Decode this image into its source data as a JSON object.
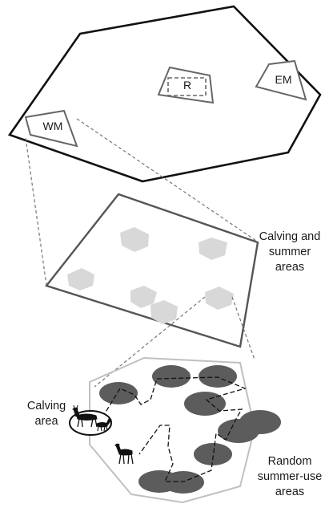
{
  "labels": {
    "wm": "WM",
    "r": "R",
    "em": "EM",
    "calving_summer": [
      "Calving and",
      "summer",
      "areas"
    ],
    "calving_area": [
      "Calving",
      "area"
    ],
    "random_summer": [
      "Random",
      "summer-use",
      "areas"
    ]
  },
  "colors": {
    "outline_dark": "#111111",
    "outline_mid": "#555555",
    "outline_light": "#c0c0c0",
    "connector_dash": "#777777",
    "patch_fill": "#d8d8d8",
    "ellipse_fill": "#5c5c5c",
    "path_dash": "#111111",
    "animal": "#111111"
  },
  "icons": [
    "caribou-cow-calf-icon",
    "caribou-calf-icon"
  ]
}
